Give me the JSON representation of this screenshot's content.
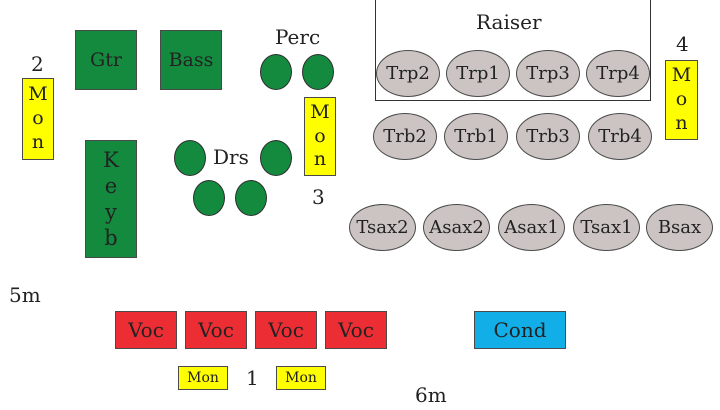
{
  "raiser": {
    "label": "Raiser"
  },
  "rhythm": {
    "guitar": "Gtr",
    "bass": "Bass",
    "keyboard": "Keyb",
    "drums": "Drs",
    "percussion": "Perc"
  },
  "monitors": {
    "mon1_number": "1",
    "mon1_left_label": "Mon",
    "mon1_right_label": "Mon",
    "mon2_number": "2",
    "mon2_label": "Mon",
    "mon3_number": "3",
    "mon3_label": "Mon",
    "mon4_number": "4",
    "mon4_label": "Mon"
  },
  "trumpets": [
    "Trp2",
    "Trp1",
    "Trp3",
    "Trp4"
  ],
  "trombones": [
    "Trb2",
    "Trb1",
    "Trb3",
    "Trb4"
  ],
  "saxes": [
    "Tsax2",
    "Asax2",
    "Asax1",
    "Tsax1",
    "Bsax"
  ],
  "vocals": [
    "Voc",
    "Voc",
    "Voc",
    "Voc"
  ],
  "conductor": "Cond",
  "dimensions": {
    "depth": "5m",
    "width": "6m"
  },
  "colors": {
    "instrument_green": "#138a3e",
    "monitor_yellow": "#ffff00",
    "vocal_red": "#ec2d34",
    "conductor_blue": "#12aee8",
    "horn_grey": "#cbc4c3"
  }
}
